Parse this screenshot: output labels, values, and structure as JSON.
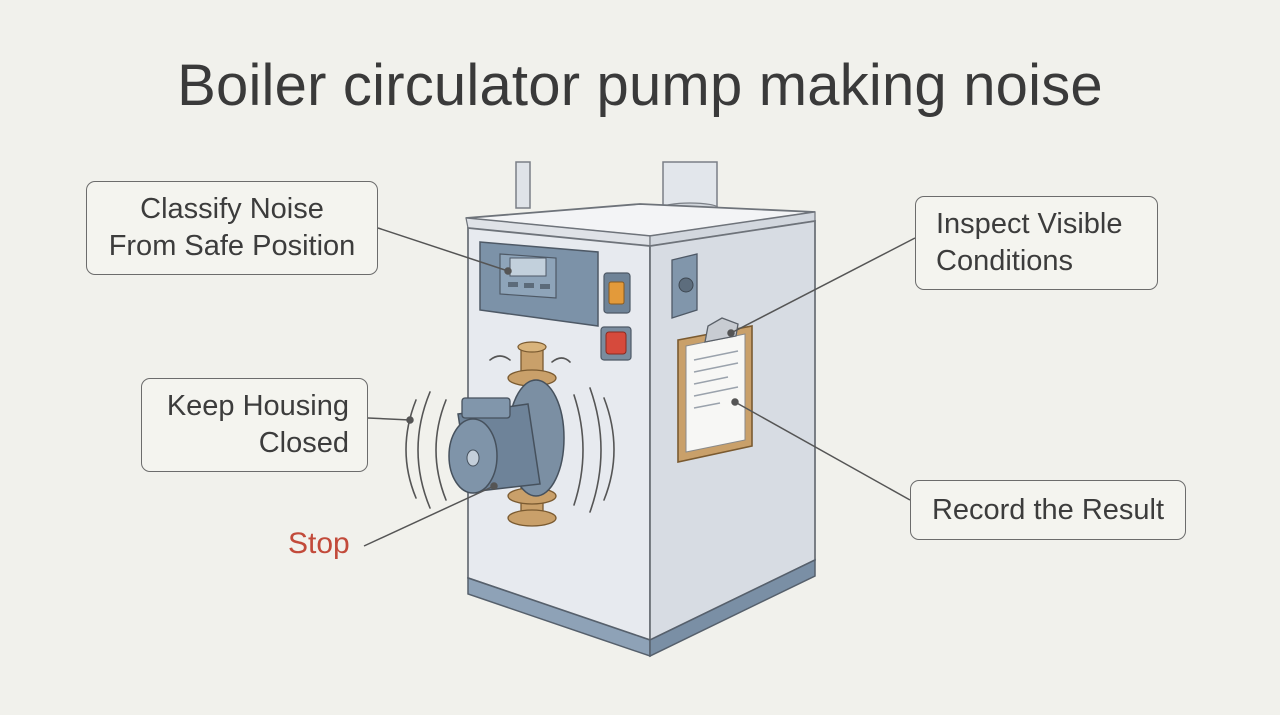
{
  "title": "Boiler circulator pump making noise",
  "callouts": {
    "classify": {
      "line1": "Classify Noise",
      "line2": "From Safe Position"
    },
    "keep_housing": {
      "line1": "Keep Housing",
      "line2": "Closed"
    },
    "inspect": {
      "line1": "Inspect Visible",
      "line2": "Conditions"
    },
    "record": {
      "line1": "Record the Result"
    }
  },
  "stop_label": "Stop",
  "colors": {
    "background": "#f1f1ec",
    "stop_text": "#c24a3a",
    "boiler_body": "#e6e9ee",
    "panel_blue": "#7e93a8",
    "brass": "#c9a06a",
    "warning_red": "#d64a3c",
    "switch_orange": "#e39a3a"
  },
  "icons": [
    "boiler-icon",
    "circulator-pump-icon",
    "clipboard-icon",
    "control-panel-icon",
    "power-switch-icon",
    "emergency-button-icon",
    "vibration-lines-icon"
  ]
}
